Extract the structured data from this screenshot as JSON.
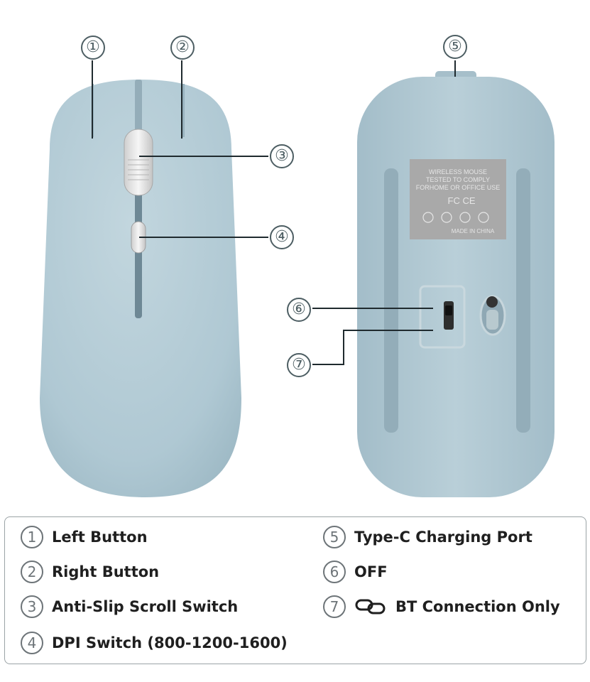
{
  "labels": {
    "callout_1": "①",
    "callout_2": "②",
    "callout_3": "③",
    "callout_4": "④",
    "callout_5": "⑤",
    "callout_6": "⑥",
    "callout_7": "⑦"
  },
  "label_plate": {
    "line1": "WIRELESS MOUSE",
    "line2": "TESTED TO COMPLY",
    "line3": "FORHOME OR OFFICE USE",
    "marks": "FC  CE",
    "made_in": "MADE IN CHINA"
  },
  "legend": {
    "items": [
      {
        "num": "1",
        "text": "Left Button"
      },
      {
        "num": "2",
        "text": "Right Button"
      },
      {
        "num": "3",
        "text": "Anti-Slip Scroll Switch"
      },
      {
        "num": "4",
        "text": "DPI Switch (800-1200-1600)"
      },
      {
        "num": "5",
        "text": "Type-C Charging Port"
      },
      {
        "num": "6",
        "text": "OFF"
      },
      {
        "num": "7",
        "text": "BT Connection Only",
        "icon": "link-icon"
      }
    ]
  },
  "colors": {
    "mouse_body": "#b3ccd6",
    "mouse_shade": "#9fbac6",
    "callout": "#4d5e63"
  }
}
